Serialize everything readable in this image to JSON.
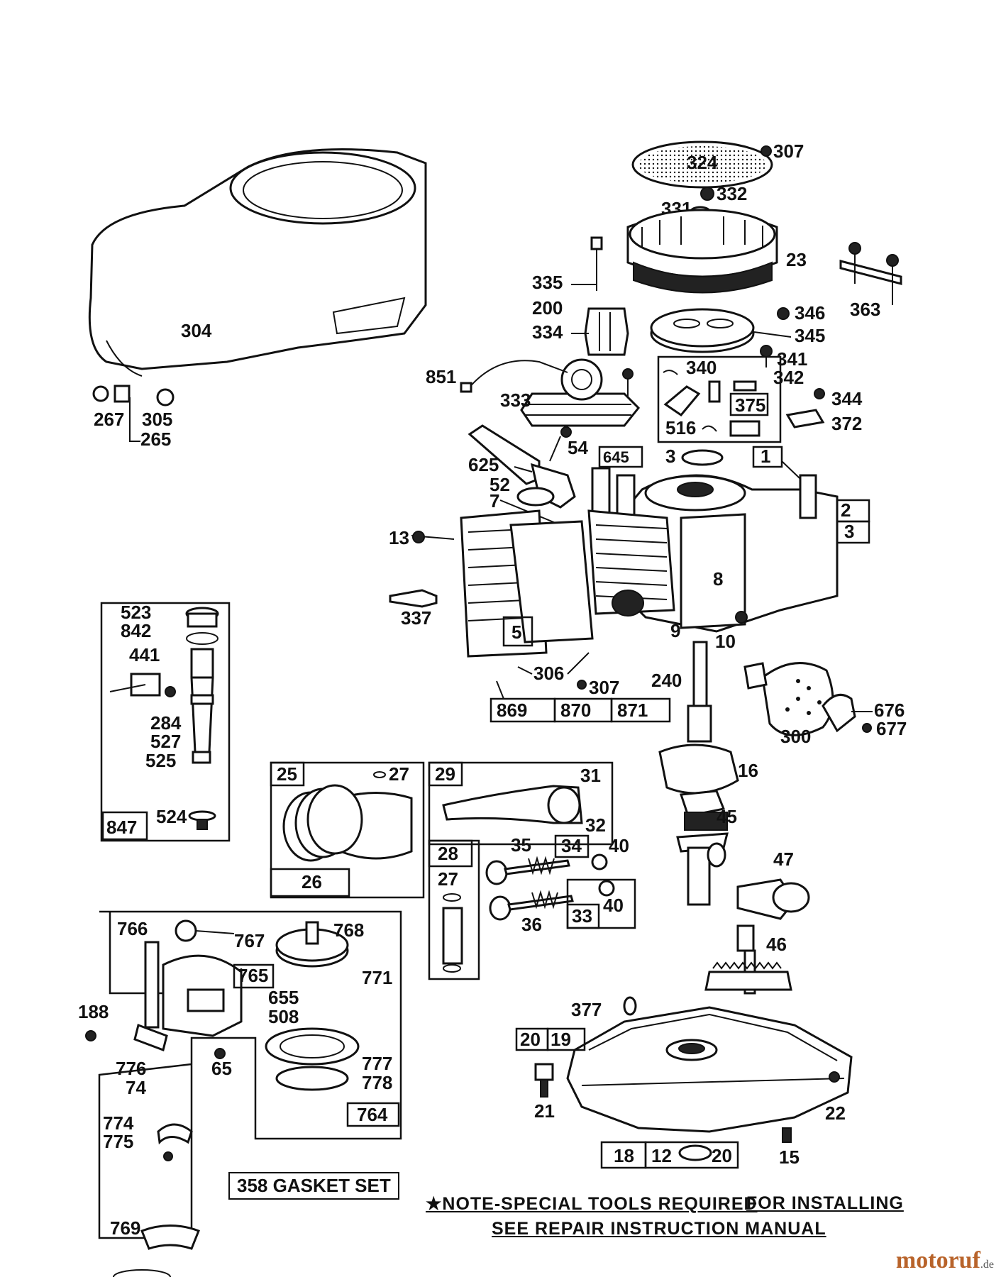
{
  "labels": {
    "blower_housing": "304",
    "bh_267": "267",
    "bh_305": "305",
    "bh_265": "265",
    "screen_324": "324",
    "screw_307a": "307",
    "nut_332": "332",
    "washer_331": "331",
    "flywheel_23": "23",
    "bracket_363": "363",
    "screw_335": "335",
    "bracket_200": "200",
    "spring_334": "334",
    "armature_333": "333",
    "wire_851": "851",
    "breaker_346": "346",
    "cover_345": "345",
    "b340": "340",
    "b341": "341",
    "b342": "342",
    "b375": "375",
    "b344": "344",
    "b372": "372",
    "b516": "516",
    "screw_54": "54",
    "tube_625": "625",
    "gasket_52": "52",
    "plug_7": "7",
    "seal_645": "645",
    "seal_3": "3",
    "box_1": "1",
    "box_2": "2",
    "box_3": "3",
    "screw_13": "13",
    "b337": "337",
    "head_5": "5",
    "gasket_306": "306",
    "screw_307b": "307",
    "pin_240": "240",
    "cyl_8": "8",
    "b9": "9",
    "b10": "10",
    "tool_869": "869",
    "tool_870": "870",
    "tool_871": "871",
    "muffler_300": "300",
    "b676": "676",
    "b677": "677",
    "crank_16": "16",
    "gear_45": "45",
    "dip_523": "523",
    "dip_842": "842",
    "dip_441": "441",
    "dip_284": "284",
    "dip_527": "527",
    "dip_525": "525",
    "dip_524": "524",
    "dip_847": "847",
    "piston_25": "25",
    "piston_27": "27",
    "rings_26": "26",
    "rod_29": "29",
    "rod_31": "31",
    "rod_32": "32",
    "pin_28": "28",
    "pin_27b": "27",
    "valve_35": "35",
    "valve_34": "34",
    "valve_40a": "40",
    "valve_36": "36",
    "valve_33": "33",
    "valve_40b": "40",
    "gov_47": "47",
    "gov_46": "46",
    "s766": "766",
    "s767": "767",
    "s768": "768",
    "s765": "765",
    "s771": "771",
    "s188": "188",
    "s655": "655",
    "s508": "508",
    "s65": "65",
    "s776": "776",
    "s74": "74",
    "s777": "777",
    "s778": "778",
    "s764": "764",
    "s774": "774",
    "s775": "775",
    "s769": "769",
    "sump_377": "377",
    "sump_20a": "20",
    "sump_19": "19",
    "sump_21": "21",
    "sump_22": "22",
    "sump_15": "15",
    "sump_18": "18",
    "sump_12": "12",
    "sump_20b": "20"
  },
  "gasket_set": "358 GASKET SET",
  "note_line1_a": "★NOTE-SPECIAL TOOLS REQUIRED",
  "note_line1_b": "FOR INSTALLING",
  "note_line2": "SEE REPAIR INSTRUCTION MANUAL",
  "logo_main": "motoruf",
  "logo_suffix": ".de",
  "colors": {
    "ink": "#111111",
    "paper": "#ffffff",
    "logo": "#b8632a"
  }
}
